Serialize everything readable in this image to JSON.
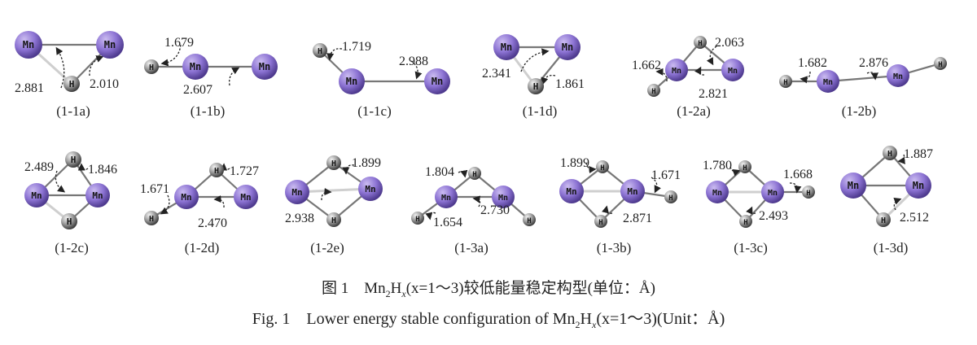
{
  "atom_labels": {
    "mn": "Mn",
    "h": "H"
  },
  "colors": {
    "mn_light": "#cbbcf0",
    "mn_mid": "#8d74d4",
    "mn_dark": "#4e3a8e",
    "h_light": "#f4f4f4",
    "h_mid": "#9a9a9a",
    "h_dark": "#3f3f3f",
    "bond": "#888888",
    "text": "#222222"
  },
  "structures": [
    {
      "label": "(1-1a)",
      "distances": [
        "2.881",
        "2.010"
      ]
    },
    {
      "label": "(1-1b)",
      "distances": [
        "1.679",
        "2.607"
      ]
    },
    {
      "label": "(1-1c)",
      "distances": [
        "1.719",
        "2.988"
      ]
    },
    {
      "label": "(1-1d)",
      "distances": [
        "2.341",
        "1.861"
      ]
    },
    {
      "label": "(1-2a)",
      "distances": [
        "2.063",
        "1.662",
        "2.821"
      ]
    },
    {
      "label": "(1-2b)",
      "distances": [
        "1.682",
        "2.876"
      ]
    },
    {
      "label": "(1-2c)",
      "distances": [
        "2.489",
        "1.846"
      ]
    },
    {
      "label": "(1-2d)",
      "distances": [
        "1.671",
        "1.727",
        "2.470"
      ]
    },
    {
      "label": "(1-2e)",
      "distances": [
        "1.899",
        "2.938"
      ]
    },
    {
      "label": "(1-3a)",
      "distances": [
        "1.804",
        "2.730",
        "1.654"
      ]
    },
    {
      "label": "(1-3b)",
      "distances": [
        "1.899",
        "1.671",
        "2.871"
      ]
    },
    {
      "label": "(1-3c)",
      "distances": [
        "1.780",
        "1.668",
        "2.493"
      ]
    },
    {
      "label": "(1-3d)",
      "distances": [
        "1.887",
        "2.512"
      ]
    }
  ],
  "caption_cn": {
    "prefix": "图 1　Mn",
    "mid": "H",
    "var": "x",
    "suffix": "(x=1～3)较低能量稳定构型(单位：Å)"
  },
  "caption_en": {
    "prefix": "Fig. 1　Lower energy stable configuration of Mn",
    "mid": "H",
    "var": "x",
    "suffix": "(x=1～3)(Unit：Å)"
  }
}
